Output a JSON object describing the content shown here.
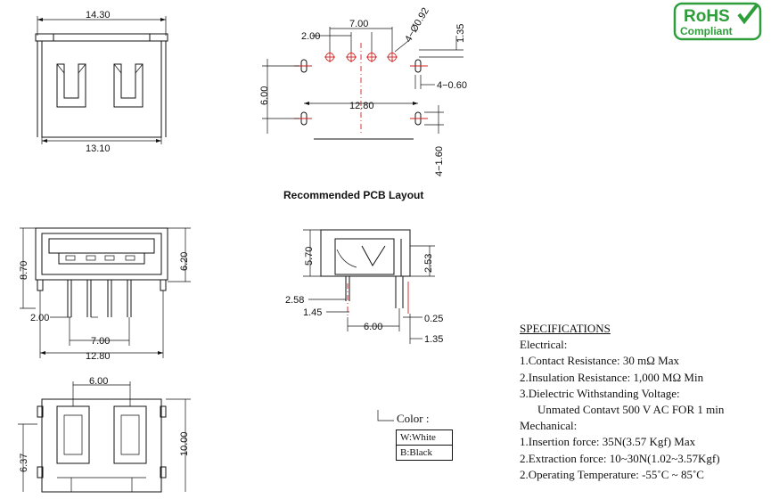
{
  "dimensions": {
    "top_view": {
      "width_outer": "14.30",
      "width_inner": "13.10"
    },
    "pcb": {
      "pitch_small": "2.00",
      "pitch_total": "7.00",
      "hole_dia": "4−Ø0.92",
      "offset_top": "1.35",
      "slot_width": "4−0.60",
      "row_spacing": "6.00",
      "slot_span": "12.80",
      "slot_length": "4−1.60"
    },
    "front_view": {
      "height_total": "8.70",
      "height_body": "6.20",
      "pitch_small": "2.00",
      "pitch_total": "7.00",
      "slot_span": "12.80"
    },
    "side_view": {
      "height_top": "5.70",
      "height_mid": "2.53",
      "left_a": "2.58",
      "left_b": "1.45",
      "width_pins": "6.00",
      "right_a": "0.25",
      "right_b": "1.35"
    },
    "bottom_view": {
      "width_top": "6.00",
      "height_left": "6.37",
      "height_right": "10.00"
    }
  },
  "pcb_title": "Recommended PCB  Layout",
  "rohs": {
    "line1": "RoHS",
    "line2": "Compliant",
    "color": "#2e9e3a"
  },
  "color_option": {
    "label": "Color :",
    "options": [
      "W:White",
      "B:Black"
    ]
  },
  "specifications": {
    "title": "SPECIFICATIONS",
    "electrical_label": "Electrical:",
    "electrical": [
      "1.Contact Resistance: 30 mΩ Max",
      "2.Insulation Resistance: 1,000 MΩ Min",
      "3.Dielectric Withstanding Voltage:"
    ],
    "electrical_sub": "Unmated Contavt 500 V AC FOR  1 min",
    "mechanical_label": "Mechanical:",
    "mechanical": [
      "1.Insertion force: 35N(3.57 Kgf) Max",
      "2.Extraction force: 10~30N(1.02~3.57Kgf)",
      "2.Operating Temperature: -55˚C ~ 85˚C"
    ]
  }
}
